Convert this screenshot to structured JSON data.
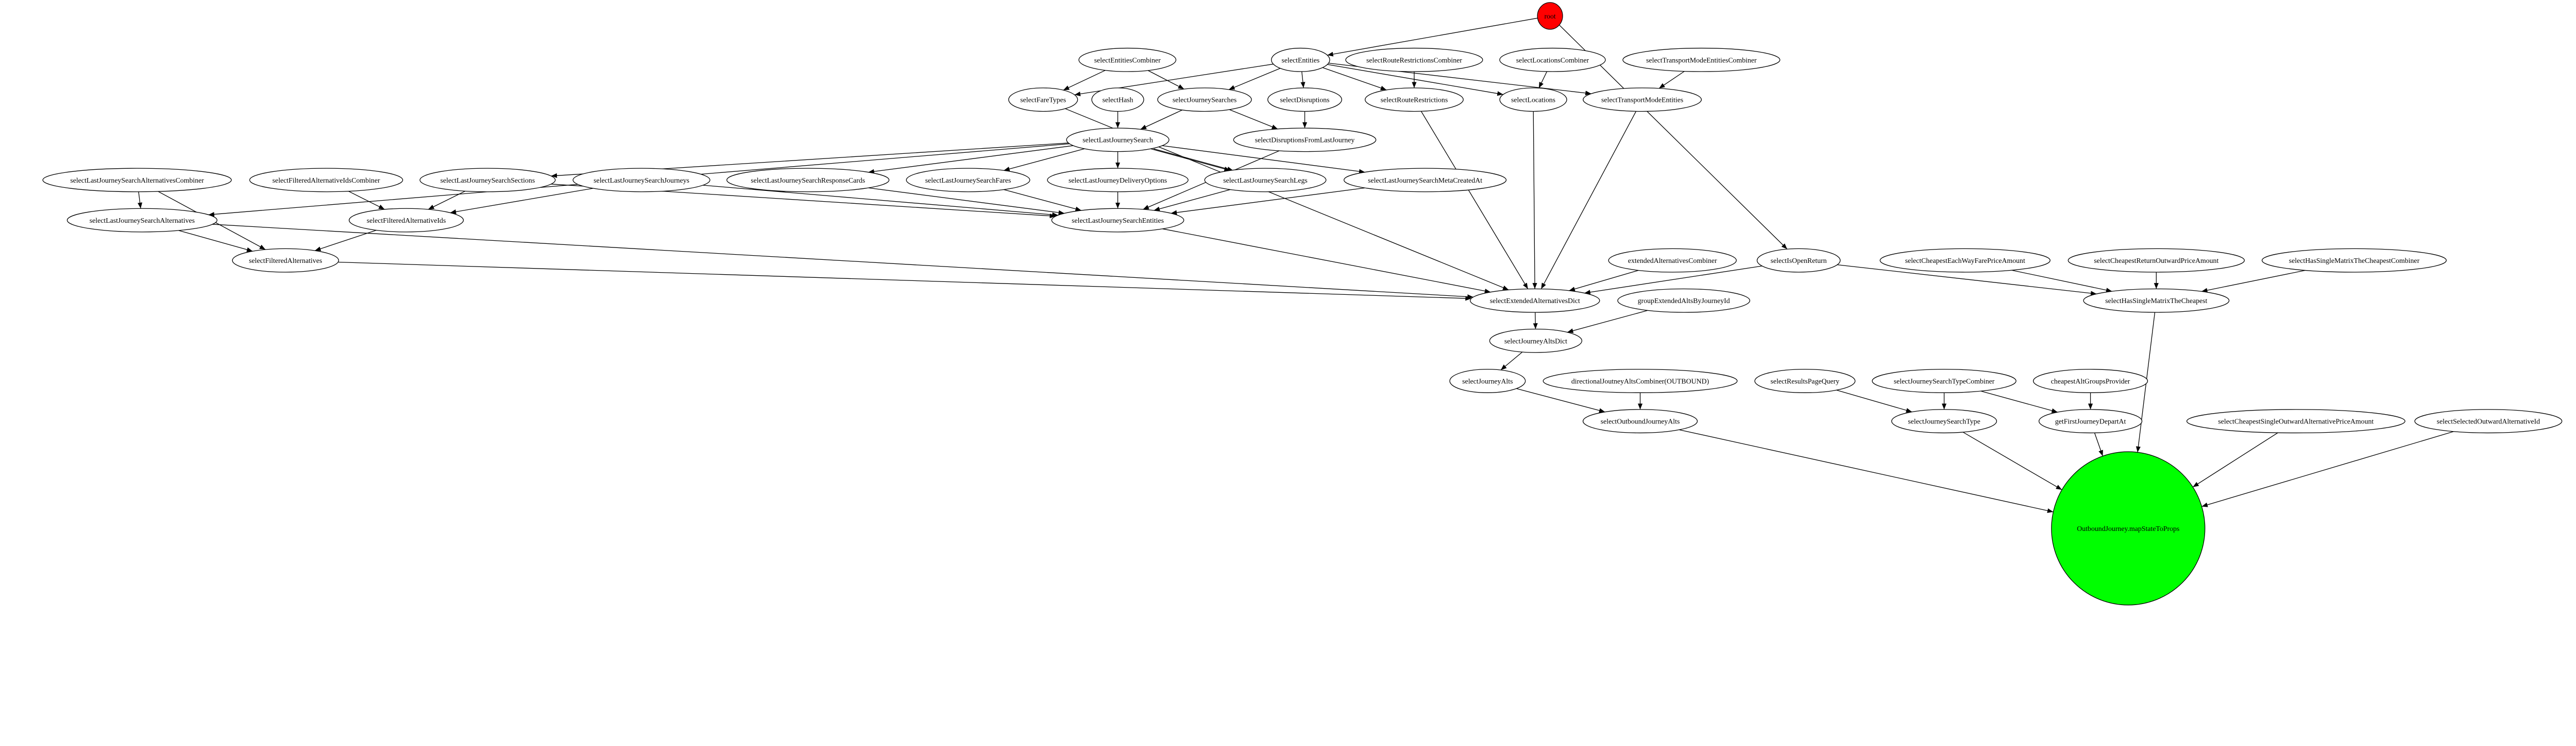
{
  "colors": {
    "root": "#ff0000",
    "target": "#00ff00",
    "default": "#ffffff",
    "stroke": "#000000"
  },
  "nodes": [
    {
      "label": "root",
      "kind": "root"
    },
    {
      "label": "selectEntitiesCombiner"
    },
    {
      "label": "selectEntities"
    },
    {
      "label": "selectRouteRestrictionsCombiner"
    },
    {
      "label": "selectLocationsCombiner"
    },
    {
      "label": "selectTransportModeEntitiesCombiner"
    },
    {
      "label": "selectFareTypes"
    },
    {
      "label": "selectHash"
    },
    {
      "label": "selectJourneySearches"
    },
    {
      "label": "selectDisruptions"
    },
    {
      "label": "selectRouteRestrictions"
    },
    {
      "label": "selectLocations"
    },
    {
      "label": "selectTransportModeEntities"
    },
    {
      "label": "selectLastJourneySearch"
    },
    {
      "label": "selectDisruptionsFromLastJourney"
    },
    {
      "label": "selectLastJourneySearchAlternativesCombiner"
    },
    {
      "label": "selectFilteredAlternativeIdsCombiner"
    },
    {
      "label": "selectLastJourneySearchSections"
    },
    {
      "label": "selectLastJourneySearchJourneys"
    },
    {
      "label": "selectLastJourneySearchResponseCards"
    },
    {
      "label": "selectLastJourneySearchFares"
    },
    {
      "label": "selectLastJourneyDeliveryOptions"
    },
    {
      "label": "selectLastJourneySearchLegs"
    },
    {
      "label": "selectLastJourneySearchMetaCreatedAt"
    },
    {
      "label": "selectLastJourneySearchAlternatives"
    },
    {
      "label": "selectFilteredAlternativeIds"
    },
    {
      "label": "selectLastJourneySearchEntities"
    },
    {
      "label": "selectFilteredAlternatives"
    },
    {
      "label": "extendedAlternativesCombiner"
    },
    {
      "label": "selectIsOpenReturn"
    },
    {
      "label": "selectCheapestEachWayFarePriceAmount"
    },
    {
      "label": "selectCheapestReturnOutwardPriceAmount"
    },
    {
      "label": "selectHasSingleMatrixTheCheapestCombiner"
    },
    {
      "label": "selectExtendedAlternativesDict"
    },
    {
      "label": "groupExtendedAltsByJourneyId"
    },
    {
      "label": "selectHasSingleMatrixTheCheapest"
    },
    {
      "label": "selectJourneyAltsDict"
    },
    {
      "label": "selectJourneyAlts"
    },
    {
      "label": "directionalJoutneyAltsCombiner(OUTBOUND)"
    },
    {
      "label": "selectResultsPageQuery"
    },
    {
      "label": "selectJourneySearchTypeCombiner"
    },
    {
      "label": "cheapestAltGroupsProvider"
    },
    {
      "label": "selectOutboundJourneyAlts"
    },
    {
      "label": "selectJourneySearchType"
    },
    {
      "label": "getFirstJourneyDepartAt"
    },
    {
      "label": "selectCheapestSingleOutwardAlternativePriceAmount"
    },
    {
      "label": "selectSelectedOutwardAlternativeId"
    },
    {
      "label": "OutboundJourney.mapStateToProps",
      "kind": "target"
    }
  ],
  "edges": [
    [
      "root",
      "selectEntities"
    ],
    [
      "root",
      "selectIsOpenReturn"
    ],
    [
      "selectEntitiesCombiner",
      "selectFareTypes"
    ],
    [
      "selectEntitiesCombiner",
      "selectJourneySearches"
    ],
    [
      "selectEntities",
      "selectFareTypes"
    ],
    [
      "selectEntities",
      "selectJourneySearches"
    ],
    [
      "selectEntities",
      "selectDisruptions"
    ],
    [
      "selectEntities",
      "selectRouteRestrictions"
    ],
    [
      "selectEntities",
      "selectLocations"
    ],
    [
      "selectEntities",
      "selectTransportModeEntities"
    ],
    [
      "selectRouteRestrictionsCombiner",
      "selectRouteRestrictions"
    ],
    [
      "selectLocationsCombiner",
      "selectLocations"
    ],
    [
      "selectTransportModeEntitiesCombiner",
      "selectTransportModeEntities"
    ],
    [
      "selectHash",
      "selectLastJourneySearch"
    ],
    [
      "selectJourneySearches",
      "selectLastJourneySearch"
    ],
    [
      "selectJourneySearches",
      "selectDisruptionsFromLastJourney"
    ],
    [
      "selectDisruptions",
      "selectDisruptionsFromLastJourney"
    ],
    [
      "selectFareTypes",
      "selectExtendedAlternativesDict"
    ],
    [
      "selectLastJourneySearch",
      "selectLastJourneySearchAlternatives"
    ],
    [
      "selectLastJourneySearch",
      "selectLastJourneySearchSections"
    ],
    [
      "selectLastJourneySearch",
      "selectLastJourneySearchResponseCards"
    ],
    [
      "selectLastJourneySearch",
      "selectLastJourneySearchFares"
    ],
    [
      "selectLastJourneySearch",
      "selectLastJourneyDeliveryOptions"
    ],
    [
      "selectLastJourneySearch",
      "selectLastJourneySearchLegs"
    ],
    [
      "selectLastJourneySearch",
      "selectLastJourneySearchLegs"
    ],
    [
      "selectLastJourneySearch",
      "selectLastJourneySearchMetaCreatedAt"
    ],
    [
      "selectLastJourneySearchAlternativesCombiner",
      "selectLastJourneySearchAlternatives"
    ],
    [
      "selectLastJourneySearchAlternativesCombiner",
      "selectFilteredAlternatives"
    ],
    [
      "selectFilteredAlternativeIdsCombiner",
      "selectFilteredAlternativeIds"
    ],
    [
      "selectLastJourneySearchSections",
      "selectFilteredAlternativeIds"
    ],
    [
      "selectLastJourneySearchSections",
      "selectLastJourneySearchEntities"
    ],
    [
      "selectLastJourneySearchJourneys",
      "selectFilteredAlternativeIds"
    ],
    [
      "selectLastJourneySearchJourneys",
      "selectLastJourneySearchEntities"
    ],
    [
      "selectLastJourneySearchResponseCards",
      "selectLastJourneySearchEntities"
    ],
    [
      "selectLastJourneySearchFares",
      "selectLastJourneySearchEntities"
    ],
    [
      "selectLastJourneyDeliveryOptions",
      "selectLastJourneySearchEntities"
    ],
    [
      "selectLastJourneySearchLegs",
      "selectLastJourneySearchEntities"
    ],
    [
      "selectLastJourneySearchMetaCreatedAt",
      "selectLastJourneySearchEntities"
    ],
    [
      "selectDisruptionsFromLastJourney",
      "selectLastJourneySearchEntities"
    ],
    [
      "selectLastJourneySearchAlternatives",
      "selectFilteredAlternatives"
    ],
    [
      "selectLastJourneySearchAlternatives",
      "selectExtendedAlternativesDict"
    ],
    [
      "selectFilteredAlternativeIds",
      "selectFilteredAlternatives"
    ],
    [
      "selectFilteredAlternatives",
      "selectExtendedAlternativesDict"
    ],
    [
      "selectLastJourneySearchEntities",
      "selectExtendedAlternativesDict"
    ],
    [
      "selectRouteRestrictions",
      "selectExtendedAlternativesDict"
    ],
    [
      "selectLocations",
      "selectExtendedAlternativesDict"
    ],
    [
      "selectTransportModeEntities",
      "selectExtendedAlternativesDict"
    ],
    [
      "extendedAlternativesCombiner",
      "selectExtendedAlternativesDict"
    ],
    [
      "selectIsOpenReturn",
      "selectExtendedAlternativesDict"
    ],
    [
      "selectIsOpenReturn",
      "selectHasSingleMatrixTheCheapest"
    ],
    [
      "selectCheapestEachWayFarePriceAmount",
      "selectHasSingleMatrixTheCheapest"
    ],
    [
      "selectCheapestReturnOutwardPriceAmount",
      "selectHasSingleMatrixTheCheapest"
    ],
    [
      "selectHasSingleMatrixTheCheapestCombiner",
      "selectHasSingleMatrixTheCheapest"
    ],
    [
      "selectExtendedAlternativesDict",
      "selectJourneyAltsDict"
    ],
    [
      "groupExtendedAltsByJourneyId",
      "selectJourneyAltsDict"
    ],
    [
      "selectJourneyAltsDict",
      "selectJourneyAlts"
    ],
    [
      "selectJourneyAlts",
      "selectOutboundJourneyAlts"
    ],
    [
      "directionalJoutneyAltsCombiner(OUTBOUND)",
      "selectOutboundJourneyAlts"
    ],
    [
      "selectResultsPageQuery",
      "selectJourneySearchType"
    ],
    [
      "selectJourneySearchTypeCombiner",
      "selectJourneySearchType"
    ],
    [
      "selectJourneySearchTypeCombiner",
      "getFirstJourneyDepartAt"
    ],
    [
      "cheapestAltGroupsProvider",
      "getFirstJourneyDepartAt"
    ],
    [
      "selectOutboundJourneyAlts",
      "OutboundJourney.mapStateToProps"
    ],
    [
      "selectJourneySearchType",
      "OutboundJourney.mapStateToProps"
    ],
    [
      "getFirstJourneyDepartAt",
      "OutboundJourney.mapStateToProps"
    ],
    [
      "selectHasSingleMatrixTheCheapest",
      "OutboundJourney.mapStateToProps"
    ],
    [
      "selectCheapestSingleOutwardAlternativePriceAmount",
      "OutboundJourney.mapStateToProps"
    ],
    [
      "selectSelectedOutwardAlternativeId",
      "OutboundJourney.mapStateToProps"
    ]
  ]
}
